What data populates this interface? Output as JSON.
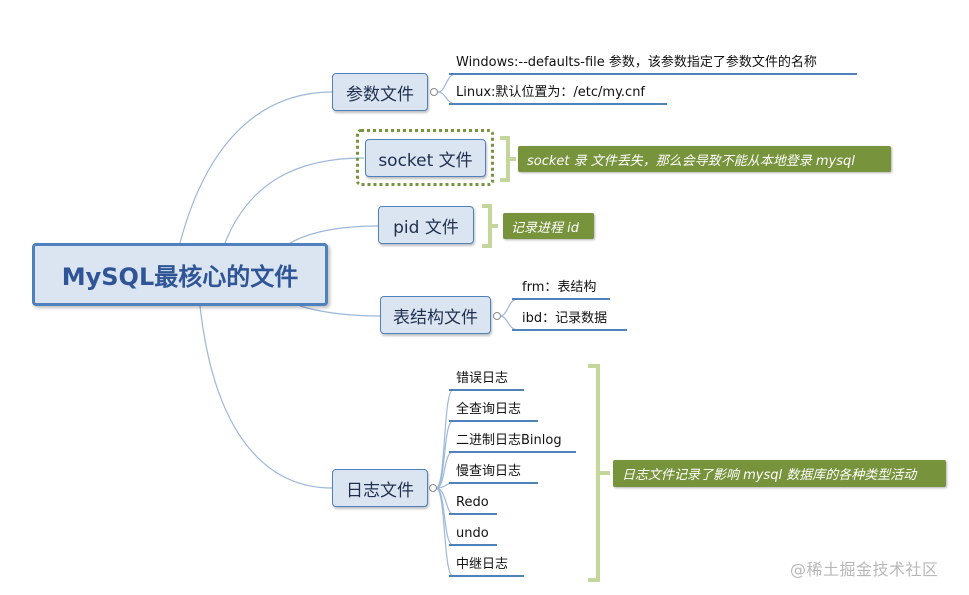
{
  "root": {
    "label": "MySQL最核心的文件"
  },
  "topics": {
    "params": {
      "label": "参数文件",
      "items": [
        "Windows:--defaults-file 参数，该参数指定了参数文件的名称",
        "Linux:默认位置为：/etc/my.cnf"
      ]
    },
    "socket": {
      "label": "socket 文件",
      "note": "socket 录 文件丢失，那么会导致不能从本地登录 mysql"
    },
    "pid": {
      "label": "pid 文件",
      "note": "记录进程 id"
    },
    "table": {
      "label": "表结构文件",
      "items": [
        "frm：表结构",
        "ibd：记录数据"
      ]
    },
    "logs": {
      "label": "日志文件",
      "items": [
        "错误日志",
        "全查询日志",
        "二进制日志Binlog",
        "慢查询日志",
        "Redo",
        "undo",
        "中继日志"
      ],
      "note": "日志文件记录了影响 mysql 数据库的各种类型活动"
    }
  },
  "watermark": "@稀土掘金技术社区",
  "colors": {
    "topic_fill": "#dbe5f1",
    "topic_border": "#4f81bd",
    "connector": "#9db8d9",
    "note_fill": "#77933c",
    "bracket": "#c3d69b"
  }
}
